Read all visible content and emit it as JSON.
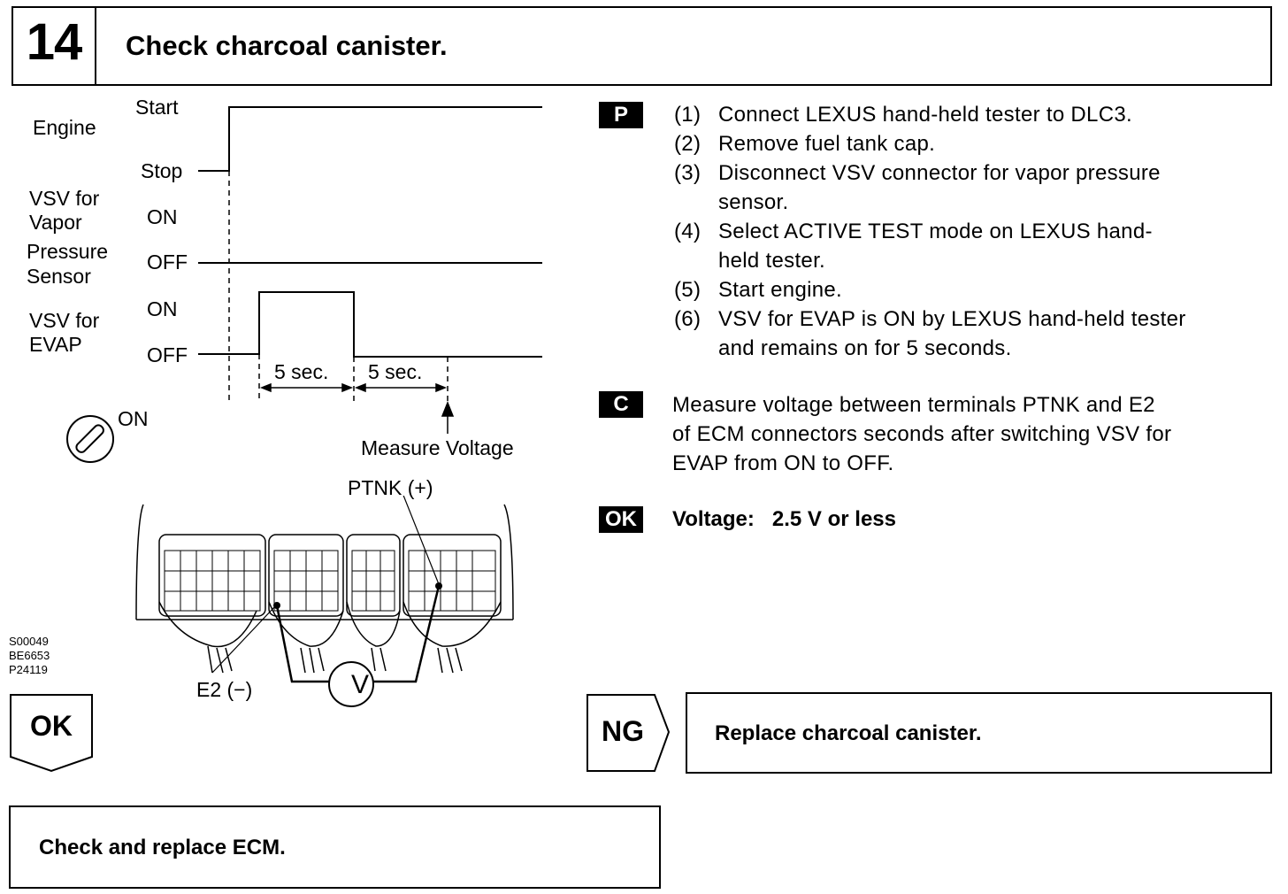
{
  "header": {
    "step_number": "14",
    "title": "Check charcoal canister."
  },
  "chart": {
    "engine_label": "Engine",
    "start_label": "Start",
    "stop_label": "Stop",
    "vsv_vapor_label_1": "VSV for",
    "vsv_vapor_label_2": "Vapor",
    "vsv_vapor_label_3": "Pressure",
    "vsv_vapor_label_4": "Sensor",
    "vsv_evap_label_1": "VSV for",
    "vsv_evap_label_2": "EVAP",
    "on_label": "ON",
    "off_label": "OFF",
    "interval_1": "5 sec.",
    "interval_2": "5 sec.",
    "measure_label": "Measure Voltage"
  },
  "diagram": {
    "ignition_label": "ON",
    "ptnk_label": "PTNK (+)",
    "e2_label": "E2 (−)",
    "meter_symbol": "V",
    "codes": [
      "S00049",
      "BE6653",
      "P24119"
    ]
  },
  "procedure": {
    "p_tag": "P",
    "steps": [
      {
        "num": "(1)",
        "text": "Connect LEXUS hand-held tester to DLC3."
      },
      {
        "num": "(2)",
        "text": "Remove fuel tank cap."
      },
      {
        "num": "(3)",
        "text": "Disconnect VSV connector for vapor pressure"
      },
      {
        "num": "",
        "text": "sensor."
      },
      {
        "num": "(4)",
        "text": "Select ACTIVE TEST mode on LEXUS hand-"
      },
      {
        "num": "",
        "text": "held tester."
      },
      {
        "num": "(5)",
        "text": "Start engine."
      },
      {
        "num": "(6)",
        "text": "VSV for EVAP is ON by LEXUS hand-held tester"
      },
      {
        "num": "",
        "text": "and remains on for 5 seconds."
      }
    ],
    "c_tag": "C",
    "check_lines": [
      "Measure voltage between terminals PTNK and E2",
      "of ECM connectors seconds after switching VSV for",
      "EVAP from ON to OFF."
    ],
    "ok_tag": "OK",
    "ok_condition": "Voltage:   2.5 V or less"
  },
  "results": {
    "ok_label": "OK",
    "ng_label": "NG",
    "ng_action": "Replace charcoal canister.",
    "ok_action": "Check and replace ECM."
  }
}
